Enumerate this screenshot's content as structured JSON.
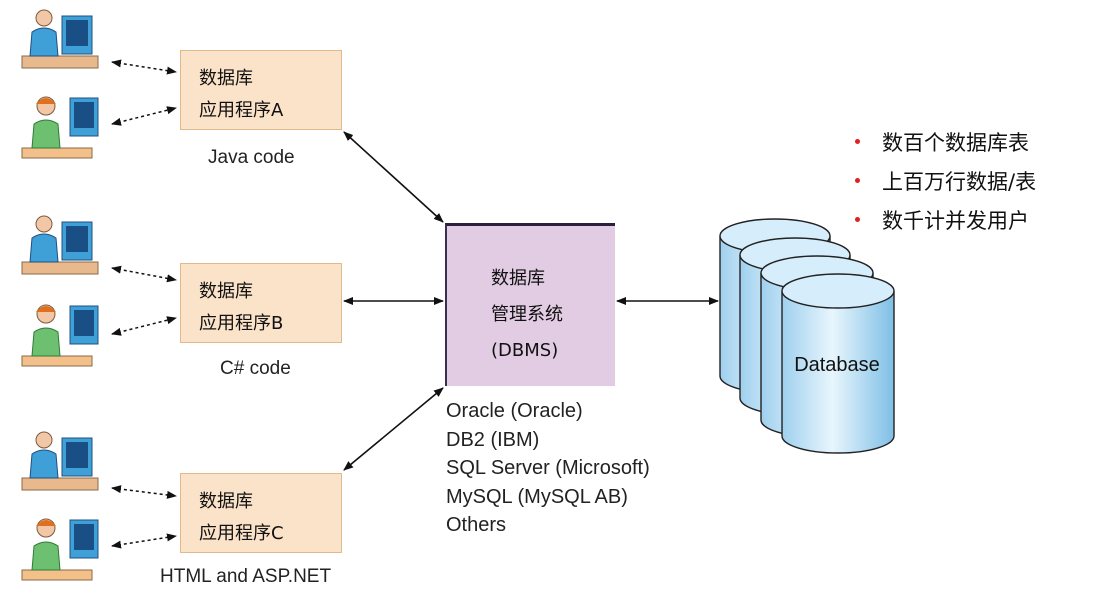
{
  "apps": [
    {
      "line1": "数据库",
      "line2": "应用程序A",
      "code": "Java code"
    },
    {
      "line1": "数据库",
      "line2": "应用程序B",
      "code": "C# code"
    },
    {
      "line1": "数据库",
      "line2": "应用程序C",
      "code": "HTML and ASP.NET"
    }
  ],
  "dbms": {
    "line1": "数据库",
    "line2": "管理系统",
    "line3": "(DBMS)"
  },
  "vendors": [
    "Oracle (Oracle)",
    "DB2 (IBM)",
    "SQL Server (Microsoft)",
    "MySQL (MySQL AB)",
    "Others"
  ],
  "database_label": "Database",
  "bullets": [
    "数百个数据库表",
    "上百万行数据/表",
    "数千计并发用户"
  ],
  "colors": {
    "app_box": "#fbe3c9",
    "dbms_box": "#e2cce3",
    "cylinder": "#bfe3f7",
    "bullet_dot": "#e02020"
  }
}
